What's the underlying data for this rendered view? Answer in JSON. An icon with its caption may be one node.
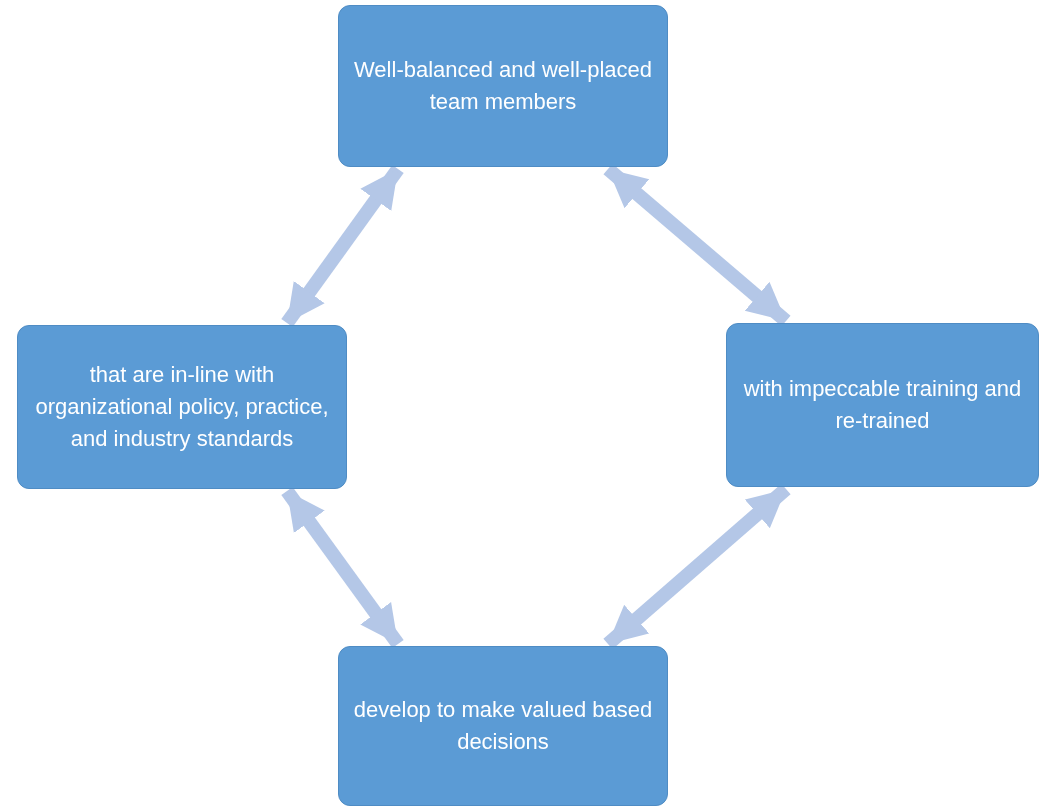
{
  "diagram": {
    "nodes": [
      {
        "text": [
          "Well-balanced and well-placed team members"
        ]
      },
      {
        "text": [
          "that are in-line with organizational policy, practice, and industry standards"
        ]
      },
      {
        "text": [
          "with impeccable training and re-trained"
        ]
      },
      {
        "text": [
          "develop to make valued based decisions"
        ]
      }
    ],
    "edges": [
      {
        "from": 0,
        "to": 1,
        "arrow": "both"
      },
      {
        "from": 0,
        "to": 2,
        "arrow": "both"
      },
      {
        "from": 2,
        "to": 3,
        "arrow": "both"
      },
      {
        "from": 1,
        "to": 3,
        "arrow": "both"
      }
    ]
  }
}
